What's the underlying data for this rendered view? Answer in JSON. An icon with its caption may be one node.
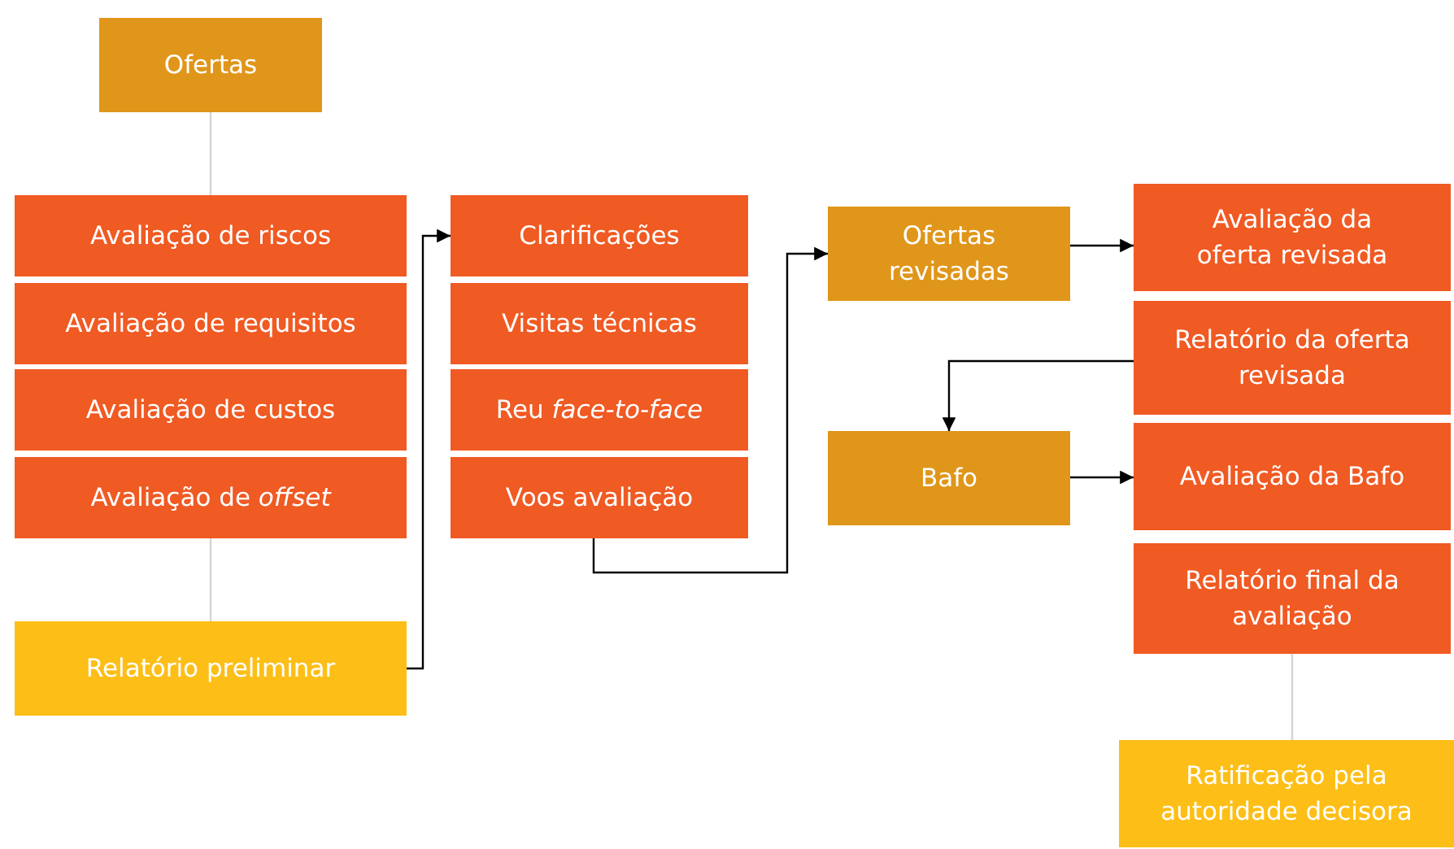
{
  "diagram": {
    "nodes": [
      {
        "text": [
          "Ofertas"
        ]
      },
      {
        "text": [
          "Avaliação de riscos"
        ]
      },
      {
        "text": [
          "Avaliação de requisitos"
        ]
      },
      {
        "text": [
          "Avaliação de custos"
        ]
      },
      {
        "text": [
          "Avaliação de *offset*"
        ]
      },
      {
        "text": [
          "Relatório preliminar"
        ]
      },
      {
        "text": [
          "Clarificações"
        ]
      },
      {
        "text": [
          "Visitas técnicas"
        ]
      },
      {
        "text": [
          "Reu *face-to-face*"
        ]
      },
      {
        "text": [
          "Voos avaliação"
        ]
      },
      {
        "text": [
          "Ofertas revisadas"
        ]
      },
      {
        "text": [
          "Avaliação da oferta revisada"
        ]
      },
      {
        "text": [
          "Relatório da oferta revisada"
        ]
      },
      {
        "text": [
          "Bafo"
        ]
      },
      {
        "text": [
          "Avaliação da Bafo"
        ]
      },
      {
        "text": [
          "Relatório final da avaliação"
        ]
      },
      {
        "text": [
          "Ratificação pela autoridade decisora"
        ]
      }
    ],
    "edges": [
      {
        "from": 0,
        "to": 1,
        "arrow": "none",
        "color": "#d4d4d4"
      },
      {
        "from": 4,
        "to": 5,
        "arrow": "none",
        "color": "#d4d4d4"
      },
      {
        "from": 5,
        "to": 6,
        "arrow": "to"
      },
      {
        "from": 9,
        "to": 10,
        "arrow": "to"
      },
      {
        "from": 10,
        "to": 11,
        "arrow": "to"
      },
      {
        "from": 12,
        "to": 13,
        "arrow": "to"
      },
      {
        "from": 13,
        "to": 14,
        "arrow": "to"
      },
      {
        "from": 15,
        "to": 16,
        "arrow": "none",
        "color": "#d4d4d4"
      }
    ]
  }
}
